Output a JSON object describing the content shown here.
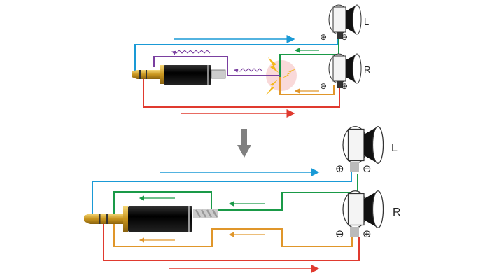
{
  "colors": {
    "left_signal": "#1a9ad6",
    "left_return": "#1a9a48",
    "right_signal": "#e03a2f",
    "right_return": "#e0962a",
    "noise": "#7a3fa0",
    "arrow": "#808080"
  },
  "top": {
    "label_left": "L",
    "label_right": "R",
    "plus": "⊕",
    "minus": "⊖"
  },
  "bottom": {
    "label_left": "L",
    "label_right": "R",
    "plus": "⊕",
    "minus": "⊖"
  }
}
